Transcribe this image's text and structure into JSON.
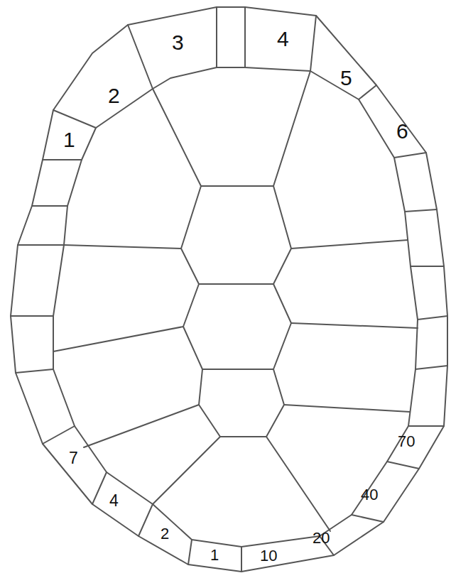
{
  "diagram": {
    "labels": [
      "1",
      "2",
      "3",
      "4",
      "5",
      "6",
      "7",
      "4",
      "2",
      "1",
      "10",
      "20",
      "40",
      "70"
    ]
  }
}
